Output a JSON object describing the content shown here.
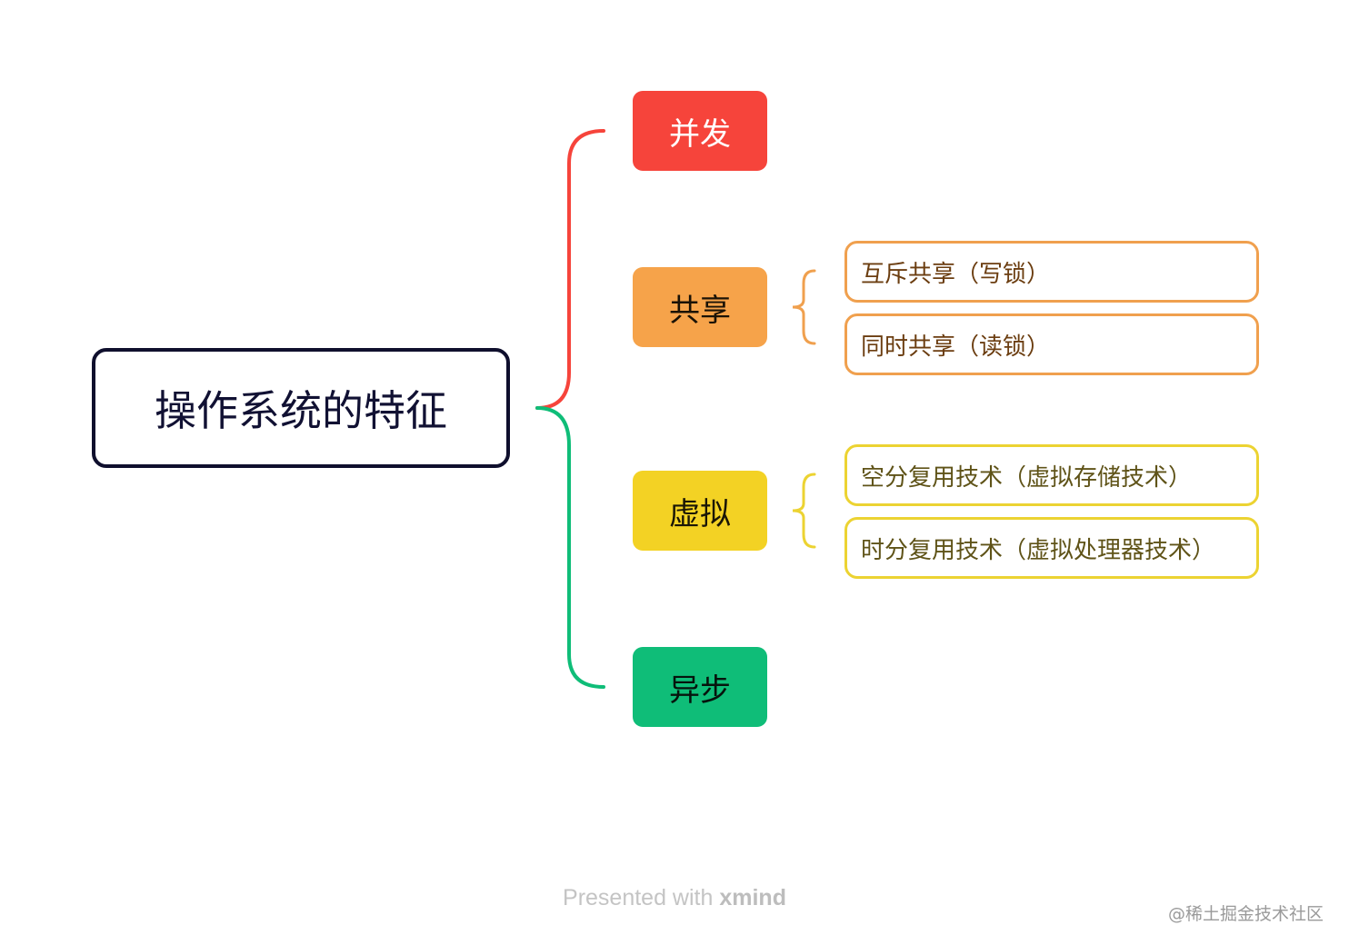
{
  "root": {
    "label": "操作系统的特征",
    "color": "#0f0f2d"
  },
  "branches": [
    {
      "label": "并发",
      "color": "#f6443b",
      "children": []
    },
    {
      "label": "共享",
      "color": "#f6a34a",
      "children": [
        "互斥共享（写锁）",
        "同时共享（读锁）"
      ]
    },
    {
      "label": "虚拟",
      "color": "#f3d224",
      "children": [
        "空分复用技术（虚拟存储技术）",
        "时分复用技术（虚拟处理器技术）"
      ]
    },
    {
      "label": "异步",
      "color": "#0fbd78",
      "children": []
    }
  ],
  "connector_colors": {
    "upper": "#f6443b",
    "lower": "#0fbd78",
    "sharing_brace": "#f0a04e",
    "virtual_brace": "#ecd332"
  },
  "footer": {
    "prefix": "Presented with ",
    "brand": "xmind"
  },
  "watermark": "@稀土掘金技术社区"
}
